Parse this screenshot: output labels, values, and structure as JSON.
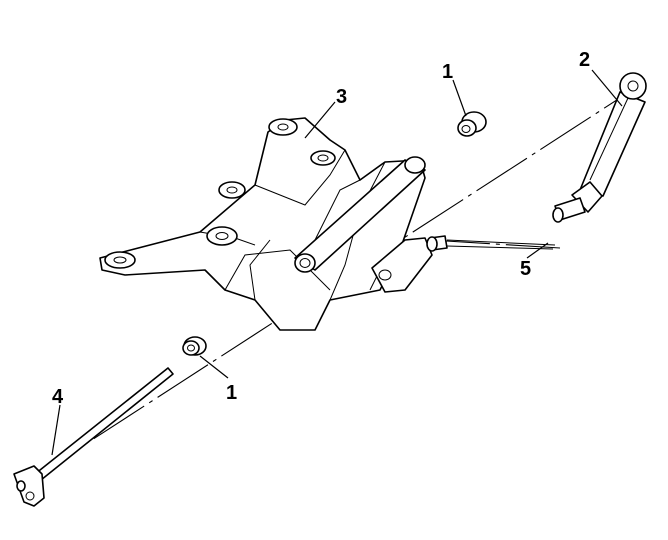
{
  "figure": {
    "callouts": [
      {
        "id": "callout-1-top",
        "label": "1"
      },
      {
        "id": "callout-1-bottom",
        "label": "1"
      },
      {
        "id": "callout-2",
        "label": "2"
      },
      {
        "id": "callout-3",
        "label": "3"
      },
      {
        "id": "callout-4",
        "label": "4"
      },
      {
        "id": "callout-5",
        "label": "5"
      }
    ]
  }
}
